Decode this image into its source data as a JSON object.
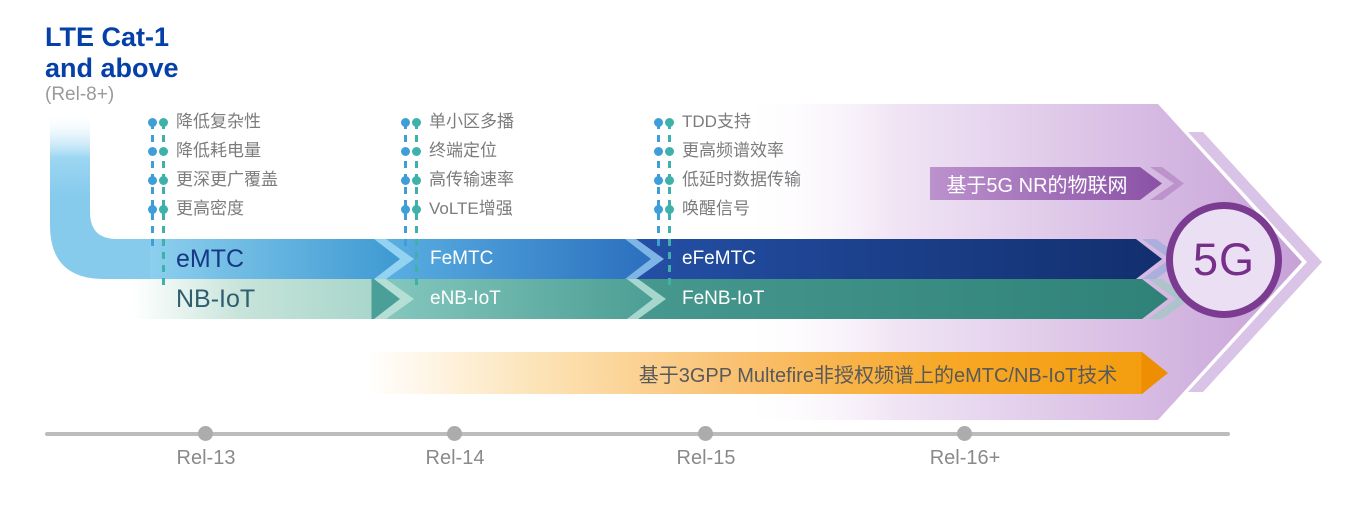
{
  "header": {
    "title_line1": "LTE Cat-1",
    "title_line2": "and above",
    "release_note": "(Rel-8+)"
  },
  "feature_groups": [
    {
      "items": [
        "降低复杂性",
        "降低耗电量",
        "更深更广覆盖",
        "更高密度"
      ]
    },
    {
      "items": [
        "单小区多播",
        "终端定位",
        "高传输速率",
        "VoLTE增强"
      ]
    },
    {
      "items": [
        "TDD支持",
        "更高频谱效率",
        "低延时数据传输",
        "唤醒信号"
      ]
    }
  ],
  "tracks": {
    "emtc": {
      "segments": [
        "eMTC",
        "FeMTC",
        "eFeMTC"
      ]
    },
    "nb_iot": {
      "segments": [
        "NB-IoT",
        "eNB-IoT",
        "FeNB-IoT"
      ]
    }
  },
  "banners": {
    "nr_iot": "基于5G NR的物联网",
    "multefire": "基于3GPP Multefire非授权频谱上的eMTC/NB-IoT技术"
  },
  "goal": {
    "label": "5G"
  },
  "timeline": {
    "milestones": [
      "Rel-13",
      "Rel-14",
      "Rel-15",
      "Rel-16+"
    ]
  },
  "colors": {
    "title_blue": "#0540A8",
    "emtc_navy": "#12306E",
    "nbiot_teal": "#2F8278",
    "multefire_orange": "#F7A826",
    "nr_purple": "#8A51A6",
    "feature_dot_blue": "#3E9FD8",
    "feature_dot_teal": "#3EB1AA",
    "timeline_gray": "#BCBCBC"
  }
}
